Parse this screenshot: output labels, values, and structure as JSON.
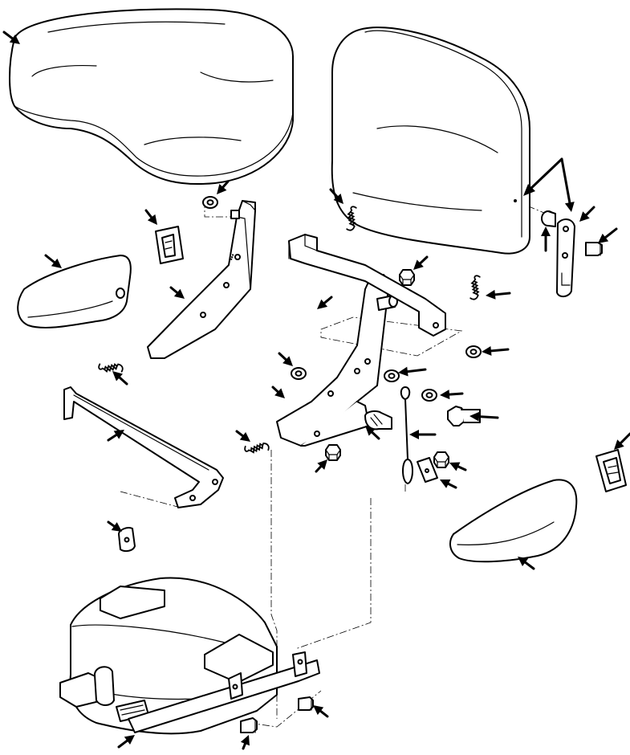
{
  "diagram": {
    "ink_color": "#000000",
    "background_color": "#ffffff",
    "parts": [
      {
        "id": "seat-cushion"
      },
      {
        "id": "seat-back"
      },
      {
        "id": "armrest-pad-left"
      },
      {
        "id": "armrest-pad-right"
      },
      {
        "id": "armrest-bracket-left"
      },
      {
        "id": "armrest-bracket-right"
      },
      {
        "id": "hinge-bracket"
      },
      {
        "id": "recline-strap"
      },
      {
        "id": "pivot-bushing"
      },
      {
        "id": "screw-back"
      },
      {
        "id": "latch-rod"
      },
      {
        "id": "rod-end-cap"
      },
      {
        "id": "spring-left"
      },
      {
        "id": "spring-center"
      },
      {
        "id": "spring-upper"
      },
      {
        "id": "spring-right"
      },
      {
        "id": "adjuster-cable"
      },
      {
        "id": "cable-clip"
      },
      {
        "id": "nut-lower"
      },
      {
        "id": "nut-upper"
      },
      {
        "id": "washer-left"
      },
      {
        "id": "washer-center"
      },
      {
        "id": "washer-upper-right"
      },
      {
        "id": "washer-right"
      },
      {
        "id": "washer-top"
      },
      {
        "id": "shoulder-bolt"
      },
      {
        "id": "pivot-pin"
      },
      {
        "id": "trim-cap-left"
      },
      {
        "id": "trim-cap-right"
      },
      {
        "id": "seat-base"
      },
      {
        "id": "base-screw-right"
      },
      {
        "id": "base-screw-lower"
      }
    ],
    "callout_count": 40
  }
}
